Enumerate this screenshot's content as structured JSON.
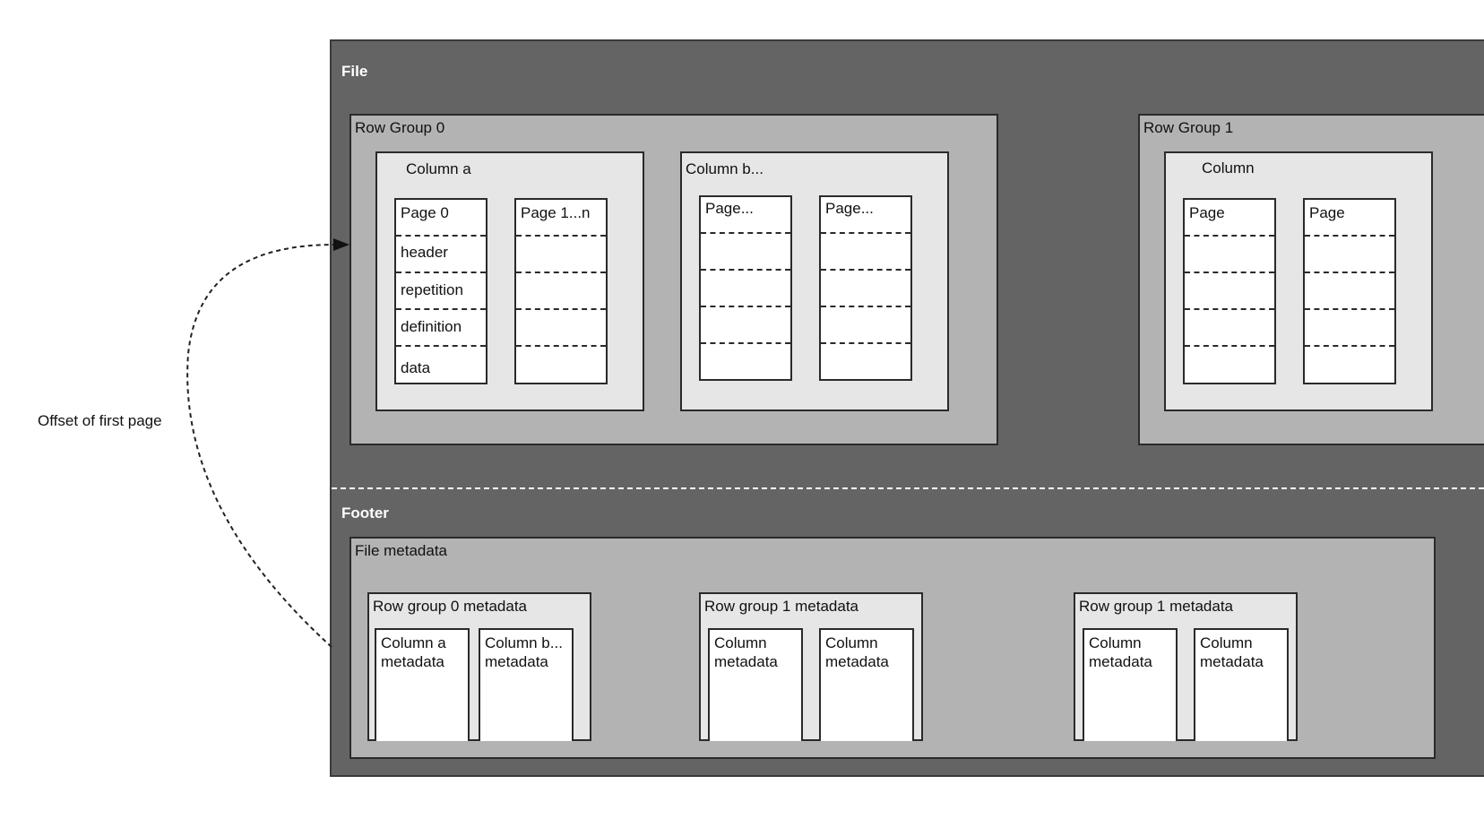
{
  "offset_label": "Offset of first page",
  "file": {
    "title": "File",
    "row_group_0": {
      "title": "Row Group 0",
      "column_a": {
        "title": "Column a",
        "page0": {
          "title": "Page 0",
          "slots": [
            "header",
            "repetition",
            "definition",
            "data"
          ]
        },
        "page1": {
          "title": "Page 1...n"
        }
      },
      "column_b": {
        "title": "Column b...",
        "page0": {
          "title": "Page..."
        },
        "page1": {
          "title": "Page..."
        }
      }
    },
    "row_group_1": {
      "title": "Row Group 1",
      "column": {
        "title": "Column",
        "page0": {
          "title": "Page"
        },
        "page1": {
          "title": "Page"
        }
      }
    }
  },
  "footer": {
    "title": "Footer",
    "file_metadata": {
      "title": "File metadata",
      "groups": [
        {
          "title": "Row group 0 metadata",
          "columns": [
            "Column a\nmetadata",
            "Column b...\nmetadata"
          ]
        },
        {
          "title": "Row group 1 metadata",
          "columns": [
            "Column\nmetadata",
            "Column\nmetadata"
          ]
        },
        {
          "title": "Row group 1 metadata",
          "columns": [
            "Column\nmetadata",
            "Column\nmetadata"
          ]
        }
      ]
    }
  }
}
